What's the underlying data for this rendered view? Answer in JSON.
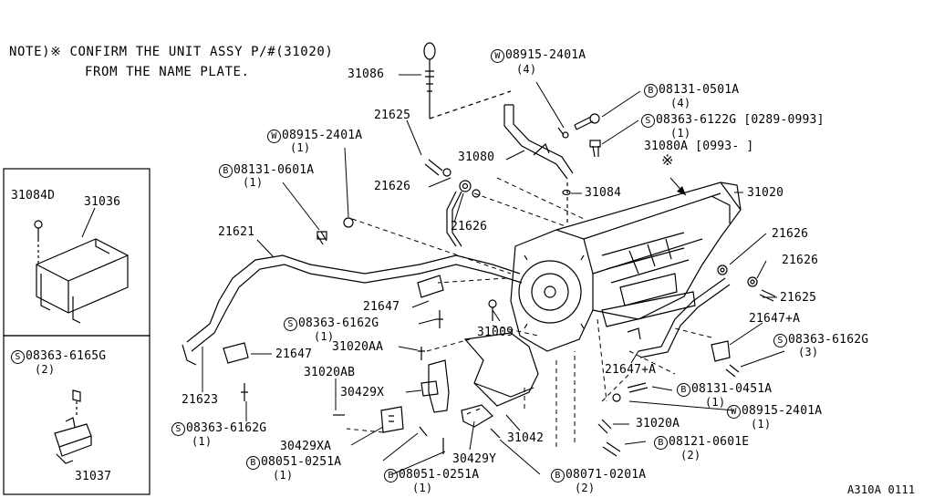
{
  "note": {
    "line1": "NOTE)※ CONFIRM THE UNIT ASSY P/#(31020)",
    "line2": "FROM THE NAME PLATE."
  },
  "symbols": {
    "bolt": "B",
    "washer": "W",
    "screw": "S",
    "star": "※"
  },
  "callouts": {
    "p31086": "31086",
    "w08915_top": "08915-2401A",
    "w08915_top_q": "(4)",
    "b08131_0501": "08131-0501A",
    "b08131_0501_q": "(4)",
    "s08363_6122": "08363-6122G [0289-0993]",
    "s08363_6122_q": "(1)",
    "p31080A": "31080A [0993-    ]",
    "p21625_top": "21625",
    "w08915_left": "08915-2401A",
    "w08915_left_q": "(1)",
    "p31080": "31080",
    "b08131_0601": "08131-0601A",
    "b08131_0601_q": "(1)",
    "p21626_a": "21626",
    "p31084": "31084",
    "p31020": "31020",
    "p21626_b": "21626",
    "p21621": "21621",
    "p21626_c": "21626",
    "p21626_d": "21626",
    "p21625_right": "21625",
    "p21647_a": "21647",
    "s08363_6162_mid": "08363-6162G",
    "s08363_6162_mid_q": "(1)",
    "p31009": "31009",
    "p21647A_a": "21647+A",
    "s08363_6162_right": "08363-6162G",
    "s08363_6162_right_q": "(3)",
    "p31020AA": "31020AA",
    "p21647_b": "21647",
    "p21647A_b": "21647+A",
    "p31020AB": "31020AB",
    "b08131_0451": "08131-0451A",
    "b08131_0451_q": "(1)",
    "p30429X": "30429X",
    "w08915_bottom": "08915-2401A",
    "w08915_bottom_q": "(1)",
    "p21623": "21623",
    "p31020A": "31020A",
    "s08363_6162_bl": "08363-6162G",
    "s08363_6162_bl_q": "(1)",
    "p31042": "31042",
    "b08121_0601": "08121-0601E",
    "b08121_0601_q": "(2)",
    "p30429XA": "30429XA",
    "p30429Y": "30429Y",
    "b08051_0251_l": "08051-0251A",
    "b08051_0251_l_q": "(1)",
    "b08051_0251_r": "08051-0251A",
    "b08051_0251_r_q": "(1)",
    "b08071_0201": "08071-0201A",
    "b08071_0201_q": "(2)"
  },
  "inset_top": {
    "p31084D": "31084D",
    "p31036": "31036"
  },
  "inset_bottom": {
    "s08363_6165": "08363-6165G",
    "s08363_6165_q": "(2)",
    "p31037": "31037"
  },
  "footer": {
    "code": "A310A 0111"
  }
}
